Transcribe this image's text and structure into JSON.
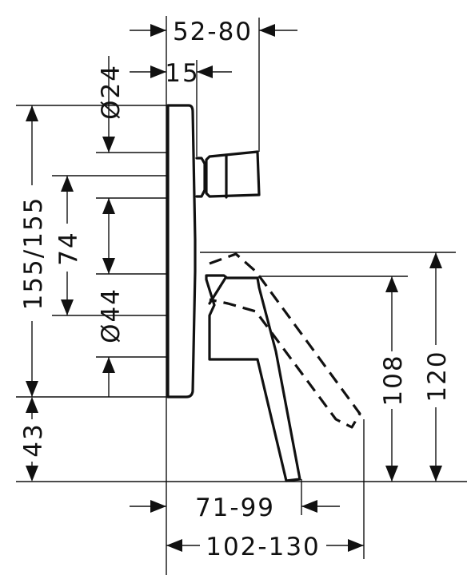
{
  "dimensions": {
    "depth_total": "52-80",
    "depth_plate": "15",
    "diameter_small": "Ø24",
    "height_total": "155/155",
    "offset_74": "74",
    "diameter_large": "Ø44",
    "bottom_offset": "43",
    "lever_height_low": "108",
    "lever_height_high": "120",
    "lever_reach_short": "71-99",
    "lever_reach_long": "102-130"
  }
}
